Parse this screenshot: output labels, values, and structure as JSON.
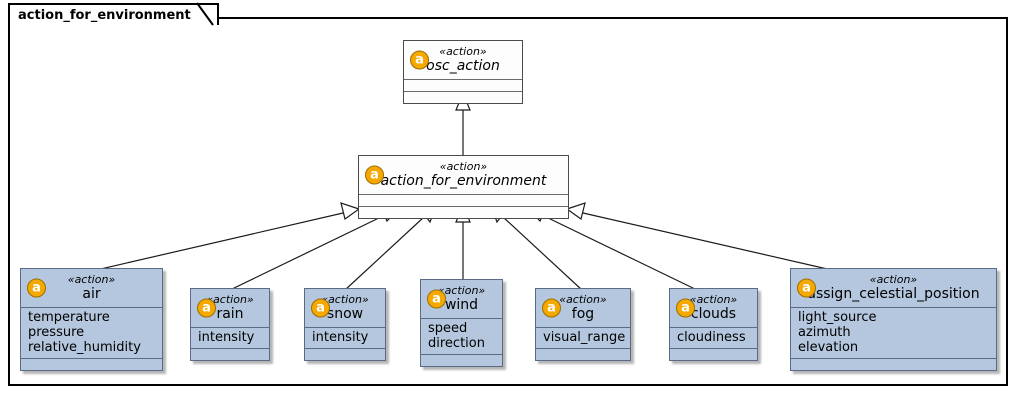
{
  "package": {
    "name": "action_for_environment"
  },
  "stereotype": "«action»",
  "icon_letter": "a",
  "colors": {
    "leaf_fill": "#b4c7de",
    "abstract_fill": "#fdfdfd",
    "icon": "#f5a800",
    "border": "#000000"
  },
  "classes": {
    "osc_action": {
      "stereotype": "«action»",
      "name": "osc_action",
      "icon": "a",
      "attributes": [],
      "methods": []
    },
    "action_for_environment": {
      "stereotype": "«action»",
      "name": "action_for_environment",
      "icon": "a",
      "attributes": [],
      "methods": []
    },
    "air": {
      "stereotype": "«action»",
      "name": "air",
      "icon": "a",
      "attributes": [
        "temperature",
        "pressure",
        "relative_humidity"
      ]
    },
    "rain": {
      "stereotype": "«action»",
      "name": "rain",
      "icon": "a",
      "attributes": [
        "intensity"
      ]
    },
    "snow": {
      "stereotype": "«action»",
      "name": "snow",
      "icon": "a",
      "attributes": [
        "intensity"
      ]
    },
    "wind": {
      "stereotype": "«action»",
      "name": "wind",
      "icon": "a",
      "attributes": [
        "speed",
        "direction"
      ]
    },
    "fog": {
      "stereotype": "«action»",
      "name": "fog",
      "icon": "a",
      "attributes": [
        "visual_range"
      ]
    },
    "clouds": {
      "stereotype": "«action»",
      "name": "clouds",
      "icon": "a",
      "attributes": [
        "cloudiness"
      ]
    },
    "assign_celestial_position": {
      "stereotype": "«action»",
      "name": "assign_celestial_position",
      "icon": "a",
      "attributes": [
        "light_source",
        "azimuth",
        "elevation"
      ]
    }
  },
  "relations": [
    {
      "from": "action_for_environment",
      "to": "osc_action",
      "type": "generalization"
    },
    {
      "from": "air",
      "to": "action_for_environment",
      "type": "generalization"
    },
    {
      "from": "rain",
      "to": "action_for_environment",
      "type": "generalization"
    },
    {
      "from": "snow",
      "to": "action_for_environment",
      "type": "generalization"
    },
    {
      "from": "wind",
      "to": "action_for_environment",
      "type": "generalization"
    },
    {
      "from": "fog",
      "to": "action_for_environment",
      "type": "generalization"
    },
    {
      "from": "clouds",
      "to": "action_for_environment",
      "type": "generalization"
    },
    {
      "from": "assign_celestial_position",
      "to": "action_for_environment",
      "type": "generalization"
    }
  ]
}
